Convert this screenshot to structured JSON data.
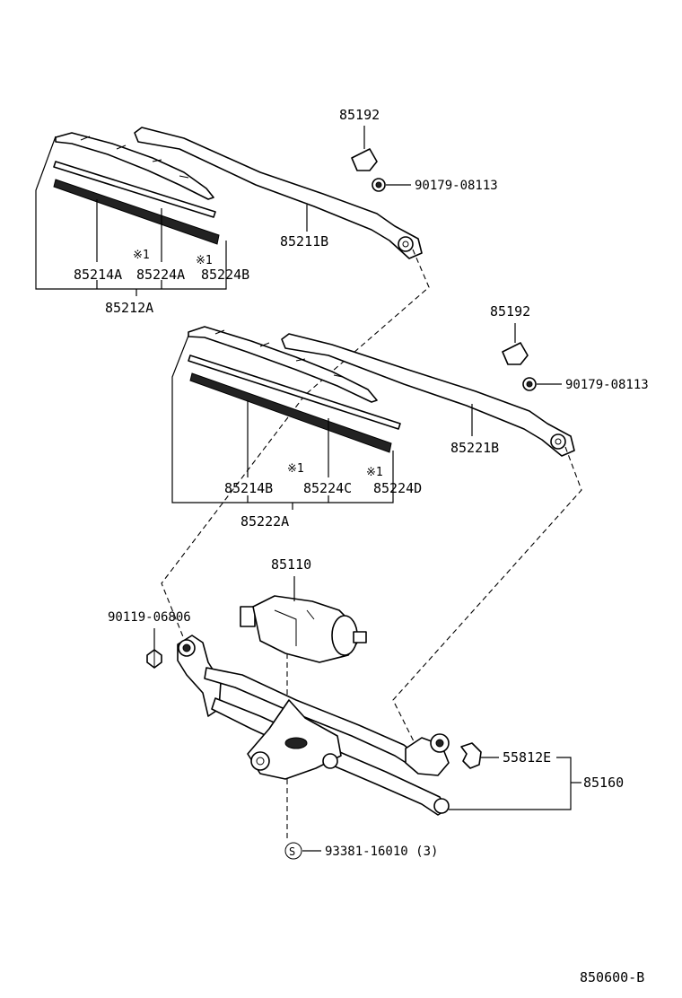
{
  "diagram": {
    "figure_code": "850600-B",
    "parts": {
      "cap_top": "85192",
      "nut_top": "90179-08113",
      "arm_top": "85211B",
      "blade_assy_top": "85212A",
      "blade_top": "85214A",
      "rubber_top_a": "85224A",
      "rubber_top_b": "85224B",
      "cap_mid": "85192",
      "nut_mid": "90179-08113",
      "arm_mid": "85221B",
      "blade_assy_mid": "85222A",
      "blade_mid": "85214B",
      "rubber_mid_c": "85224C",
      "rubber_mid_d": "85224D",
      "motor": "85110",
      "bolt": "90119-06806",
      "link_assy": "85160",
      "clip": "55812E",
      "screw": "93381-16010 (3)"
    },
    "marks": {
      "note_mark_1": "※1",
      "note_mark_2": "※1",
      "note_mark_3": "※1",
      "note_mark_4": "※1",
      "s_symbol": "S"
    }
  }
}
